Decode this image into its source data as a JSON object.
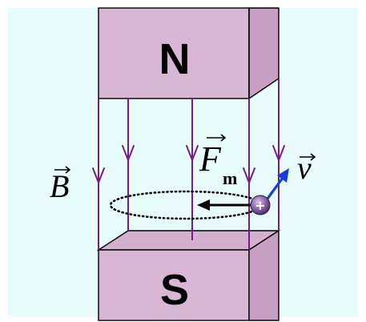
{
  "magnet": {
    "north_label": "N",
    "south_label": "S"
  },
  "labels": {
    "field_symbol": "B",
    "force_symbol": "F",
    "force_subscript": "m",
    "velocity_symbol": "v"
  },
  "colors": {
    "panel_background": "#e8fcfc",
    "magnet_face": "#d7b7d3",
    "magnet_side": "#c79fc2",
    "field_line": "#7a1a83",
    "velocity_arrow": "#1a3fd6",
    "force_arrow": "#000000",
    "charge_fill": "#7e5a9e"
  },
  "charge": {
    "sign": "+"
  },
  "icons": {
    "charge": "positive-charge-icon"
  }
}
